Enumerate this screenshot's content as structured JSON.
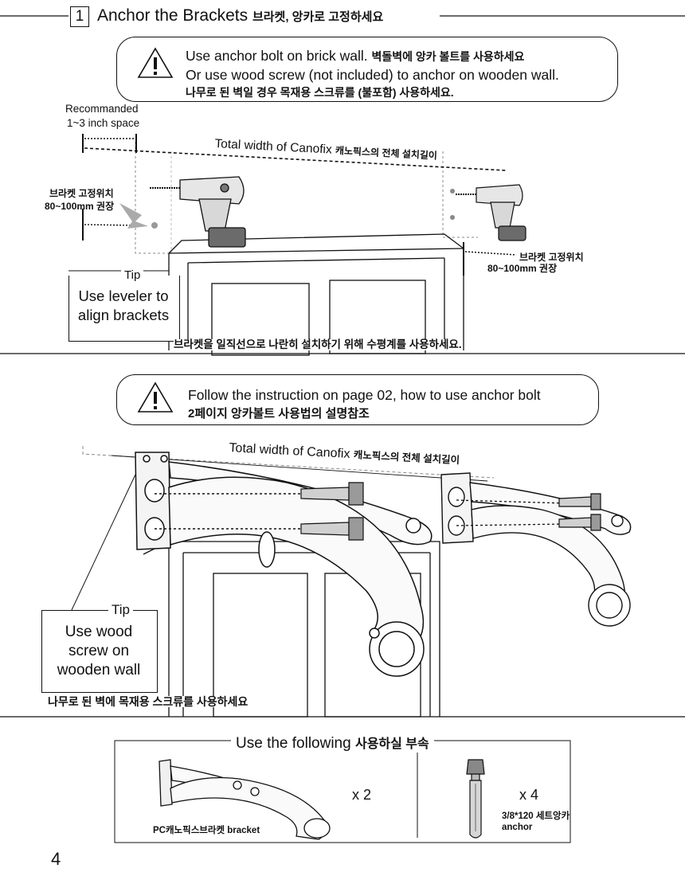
{
  "header": {
    "step_number": "1",
    "title_en": "Anchor the Brackets",
    "title_ko": "브라켓, 앙카로 고정하세요"
  },
  "warning1": {
    "icon": "warning-triangle-icon",
    "line1_en": "Use anchor bolt on brick wall.",
    "line1_ko": "벽돌벽에 앙카 볼트를 사용하세요",
    "line2_en": "Or use wood screw (not included) to anchor on wooden wall.",
    "line2_ko": "나무로 된 벽일 경우 목재용 스크류를 (불포함) 사용하세요."
  },
  "diagram1": {
    "recommended_label": "Recommanded",
    "space_label": "1~3 inch space",
    "total_width_en": "Total width of Canofix",
    "total_width_ko": "캐노픽스의 전체 설치길이",
    "bracket_pos_ko_left": "브라켓 고정위치",
    "bracket_pos_range_left": "80~100mm 권장",
    "bracket_pos_ko_right": "브라켓 고정위치",
    "bracket_pos_range_right": "80~100mm 권장",
    "tip_title": "Tip",
    "tip_line1": "Use leveler to",
    "tip_line2": "align brackets",
    "tip_ko": "브라켓을 일직선으로 나란히 설치하기 위해 수평계를 사용하세요."
  },
  "warning2": {
    "icon": "warning-triangle-icon",
    "line1_en": "Follow the instruction on page 02, how to use anchor bolt",
    "line1_ko": "2페이지 앙카볼트 사용법의 설명참조"
  },
  "diagram2": {
    "total_width_en": "Total width of Canofix",
    "total_width_ko": "캐노픽스의 전체 설치길이",
    "tip_title": "Tip",
    "tip_line1": "Use wood",
    "tip_line2": "screw on",
    "tip_line3": "wooden wall",
    "tip_ko": "나무로 된 벽에 목재용 스크류를 사용하세요"
  },
  "parts": {
    "title_en": "Use the following",
    "title_ko": "사용하실 부속",
    "bracket_label": "PC캐노픽스브라켓 bracket",
    "bracket_qty": "x 2",
    "anchor_qty": "x 4",
    "anchor_label_1": "3/8*120 세트앙카",
    "anchor_label_2": "anchor"
  },
  "page_number": "4"
}
